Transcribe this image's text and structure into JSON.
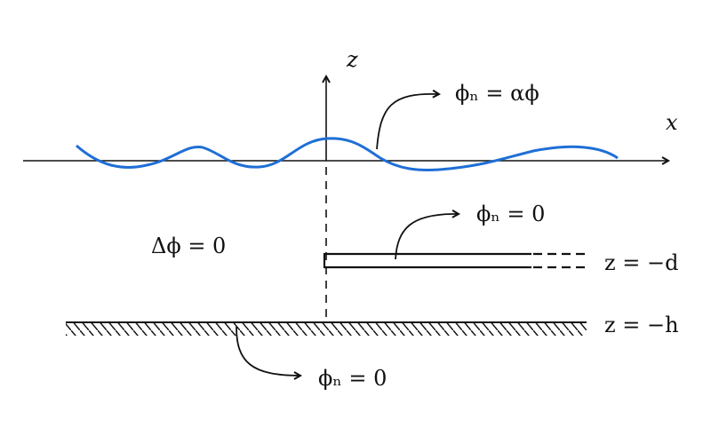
{
  "axes": {
    "z_label": "z",
    "x_label": "x"
  },
  "annotations": {
    "surface_bc": "ϕₙ = αϕ",
    "plate_bc": "ϕₙ = 0",
    "bottom_bc": "ϕₙ = 0",
    "laplace": "Δϕ = 0"
  },
  "levels": {
    "plate_depth": "z = −d",
    "sea_bottom": "z = −h"
  },
  "colors": {
    "wave": "#1f6fd6",
    "ink": "#111111"
  }
}
